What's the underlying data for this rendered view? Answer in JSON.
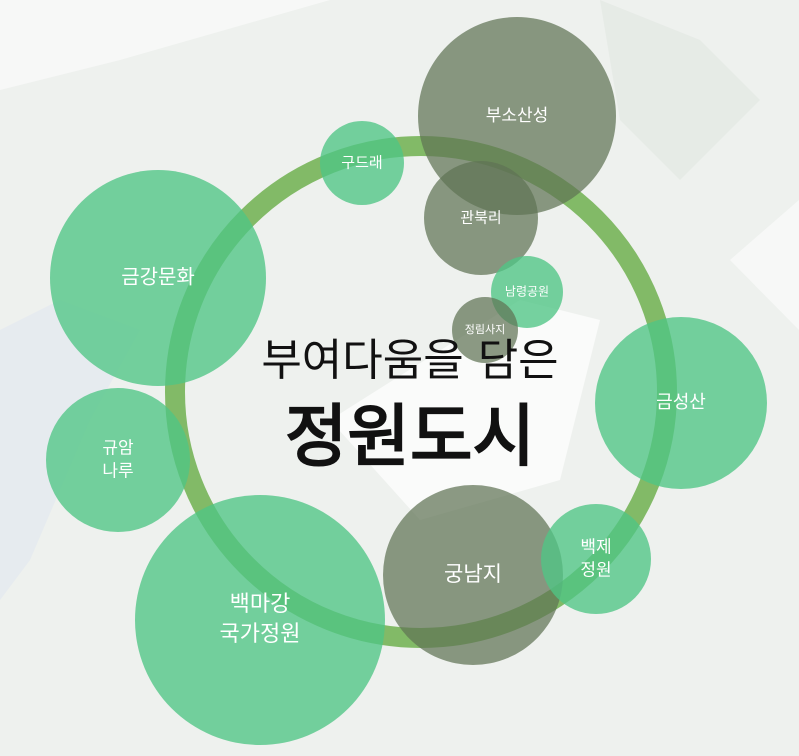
{
  "title": {
    "line1": "부여다움을 담은",
    "line2": "정원도시"
  },
  "colors": {
    "green": "#4fc585",
    "olive": "#5f7355",
    "ring": "#6fb04f",
    "background": "#f7f8f7"
  },
  "places": [
    {
      "id": "busosanseong",
      "lines": [
        "부소산성"
      ],
      "tone": "olive"
    },
    {
      "id": "gudeurae",
      "lines": [
        "구드래"
      ],
      "tone": "green"
    },
    {
      "id": "gwanbukri",
      "lines": [
        "관북리"
      ],
      "tone": "olive"
    },
    {
      "id": "namryeong",
      "lines": [
        "남령공원"
      ],
      "tone": "green"
    },
    {
      "id": "jeongrimsaji",
      "lines": [
        "정림사지"
      ],
      "tone": "olive"
    },
    {
      "id": "geumgang",
      "lines": [
        "금강문화"
      ],
      "tone": "green"
    },
    {
      "id": "gyuam",
      "lines": [
        "규암",
        "나루"
      ],
      "tone": "green"
    },
    {
      "id": "baekmagang",
      "lines": [
        "백마강",
        "국가정원"
      ],
      "tone": "green"
    },
    {
      "id": "gungnamji",
      "lines": [
        "궁남지"
      ],
      "tone": "olive"
    },
    {
      "id": "baekje",
      "lines": [
        "백제",
        "정원"
      ],
      "tone": "green"
    },
    {
      "id": "geumseongsan",
      "lines": [
        "금성산"
      ],
      "tone": "green"
    }
  ]
}
